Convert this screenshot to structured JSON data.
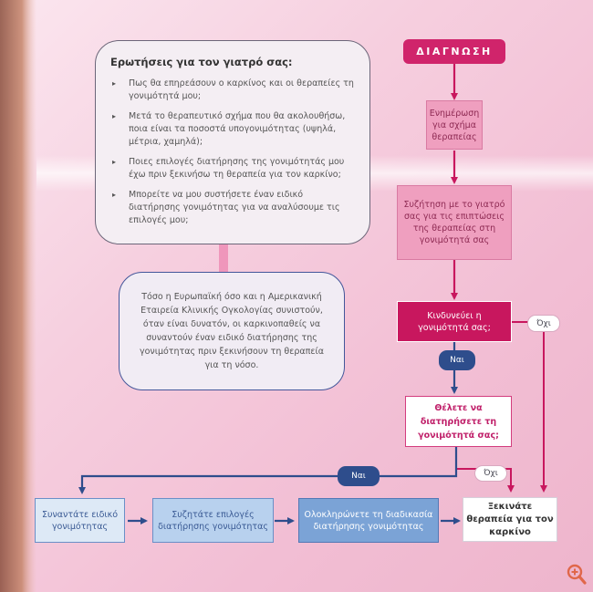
{
  "questions": {
    "title": "Ερωτήσεις για τον γιατρό σας:",
    "items": [
      "Πως θα επηρεάσουν ο καρκίνος και οι θεραπείες τη γονιμότητά μου;",
      "Μετά το θεραπευτικό σχήμα που θα ακολουθήσω, ποια είναι τα ποσοστά υπογονιμότητας (υψηλά, μέτρια, χαμηλά);",
      "Ποιες επιλογές διατήρησης της γονιμότητάς μου έχω πριν ξεκινήσω τη θεραπεία για τον καρκίνο;",
      "Μπορείτε να μου συστήσετε έναν ειδικό διατήρησης γονιμότητας για να αναλύσουμε τις επιλογές μου;"
    ],
    "bullet": "▸"
  },
  "note": "Τόσο η Ευρωπαϊκή όσο και η Αμερικανική Εταιρεία Κλινικής Ογκολογίας συνιστούν, όταν είναι δυνατόν, οι καρκινοπαθείς να συναντούν έναν ειδικό διατήρησης της γονιμότητας πριν ξεκινήσουν τη θεραπεία για τη νόσο.",
  "flow": {
    "diagnosis": "ΔΙΑΓΝΩΣΗ",
    "inform": "Ενημέρωση για σχήμα θεραπείας",
    "discuss": "Συζήτηση με το γιατρό σας για τις επιπτώσεις της θεραπείας στη γονιμότητά σας",
    "risk": "Κινδυνεύει η γονιμότητά σας;",
    "want": "Θέλετε να διατηρήσετε τη γονιμότητά σας;",
    "yes1": "Ναι",
    "no1": "Όχι",
    "yes2": "Ναι",
    "no2": "Όχι",
    "meet": "Συναντάτε ειδικό γονιμότητας",
    "options": "Συζητάτε επιλογές διατήρησης γονιμότητας",
    "complete": "Ολοκληρώνετε τη διαδικασία διατήρησης γονιμότητας",
    "start": "Ξεκινάτε θεραπεία για τον καρκίνο"
  },
  "colors": {
    "magenta": "#c8175e",
    "pink": "#ef9fbf",
    "blue_dark": "#2e4d8c",
    "blue_light": "#7ba3d6"
  },
  "icons": [
    "bullet-triangle-icon",
    "arrow-down-icon",
    "arrow-right-icon",
    "zoom-in-icon"
  ]
}
